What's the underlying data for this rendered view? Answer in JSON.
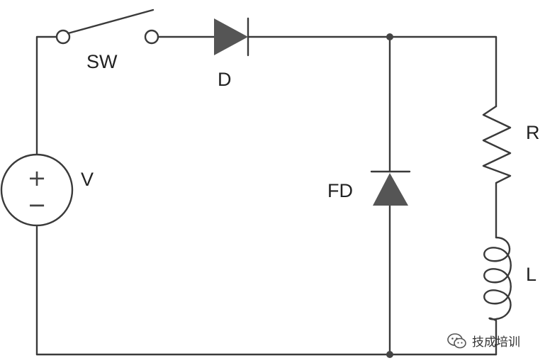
{
  "labels": {
    "switch": "SW",
    "diode": "D",
    "source": "V",
    "freewheel_diode": "FD",
    "resistor": "R",
    "inductor": "L",
    "source_plus": "+",
    "source_minus": "−"
  },
  "watermark": {
    "text": "技成培训",
    "icon": "wechat-icon"
  },
  "colors": {
    "wire": "#3a3a3a",
    "component_fill": "#555555",
    "label": "#222222"
  }
}
